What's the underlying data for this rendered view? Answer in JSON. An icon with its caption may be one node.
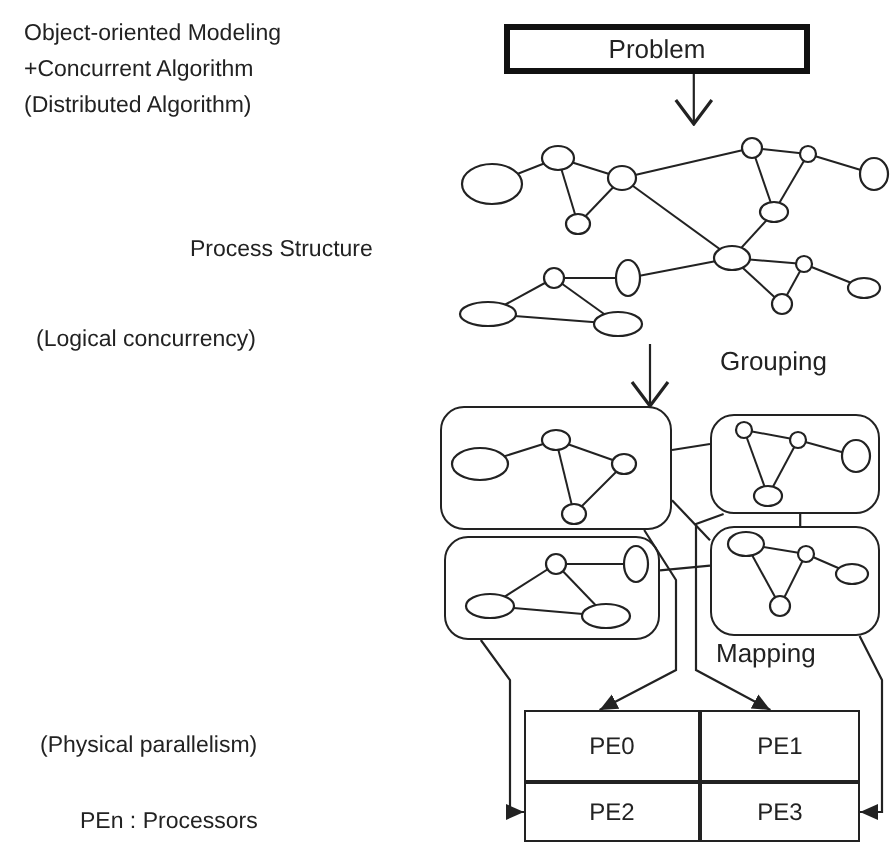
{
  "diagram": {
    "nodes": [
      {
        "text": [
          "Problem"
        ]
      },
      {
        "text": [],
        "shape": "picture"
      },
      {
        "text": [],
        "shape": "box"
      },
      {
        "text": [],
        "shape": "box"
      },
      {
        "text": [],
        "shape": "box"
      },
      {
        "text": [],
        "shape": "box"
      },
      {
        "text": [
          "PE0"
        ]
      },
      {
        "text": [
          "PE1"
        ]
      },
      {
        "text": [
          "PE2"
        ]
      },
      {
        "text": [
          "PE3"
        ]
      }
    ],
    "edges": [
      {
        "from": 0,
        "to": 1,
        "arrow": "to"
      },
      {
        "from": 1,
        "to": 2,
        "arrow": "to"
      },
      {
        "from": 2,
        "to": 3,
        "arrow": "none"
      },
      {
        "from": 2,
        "to": 5,
        "arrow": "none"
      },
      {
        "from": 4,
        "to": 5,
        "arrow": "none"
      },
      {
        "from": 3,
        "to": 5,
        "arrow": "none"
      },
      {
        "from": 2,
        "to": 6,
        "arrow": "to"
      },
      {
        "from": 3,
        "to": 7,
        "arrow": "to"
      },
      {
        "from": 4,
        "to": 8,
        "arrow": "to"
      },
      {
        "from": 5,
        "to": 9,
        "arrow": "to"
      }
    ],
    "labels": [
      "Object-oriented Modeling +Concurrent Algorithm (Distributed Algorithm)",
      "Process Structure",
      "(Logical concurrency)",
      "Grouping",
      "Mapping",
      "(Physical parallelism)",
      "PEn : Processors"
    ]
  }
}
